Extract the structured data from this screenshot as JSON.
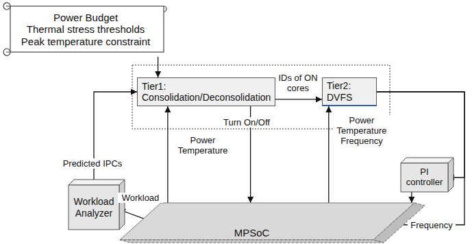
{
  "diagram": {
    "nodes": [
      {
        "text": [
          "Power Budget",
          "Thermal stress thresholds",
          "Peak temperature constraint"
        ]
      },
      {
        "text": [
          "Tier1: Consolidation/Deconsolidation"
        ]
      },
      {
        "text": [
          "Tier2: DVFS"
        ]
      },
      {
        "text": [
          "Workload Analyzer"
        ]
      },
      {
        "text": [
          "PI controller"
        ]
      },
      {
        "text": [
          "MPSoC"
        ]
      }
    ],
    "edges": [
      {
        "from": 0,
        "to": 1,
        "arrow": "to"
      },
      {
        "from": 1,
        "to": 2,
        "label": "IDs of ON cores",
        "arrow": "to"
      },
      {
        "from": 3,
        "to": 1,
        "label": "Predicted IPCs",
        "arrow": "to"
      },
      {
        "from": 5,
        "to": 1,
        "label": "Power Temperature",
        "arrow": "to"
      },
      {
        "from": 1,
        "to": 5,
        "label": "Turn On/Off",
        "arrow": "to"
      },
      {
        "from": 5,
        "to": 2,
        "label": "Power Temperature Frequency",
        "arrow": "to"
      },
      {
        "from": 2,
        "to": 4,
        "arrow": "to"
      },
      {
        "from": 4,
        "to": 5,
        "arrow": "to"
      },
      {
        "from": 2,
        "to": 5,
        "label": "Frequency",
        "arrow": "to"
      },
      {
        "from": 5,
        "to": 3,
        "label": "Workload",
        "arrow": "to"
      }
    ]
  }
}
